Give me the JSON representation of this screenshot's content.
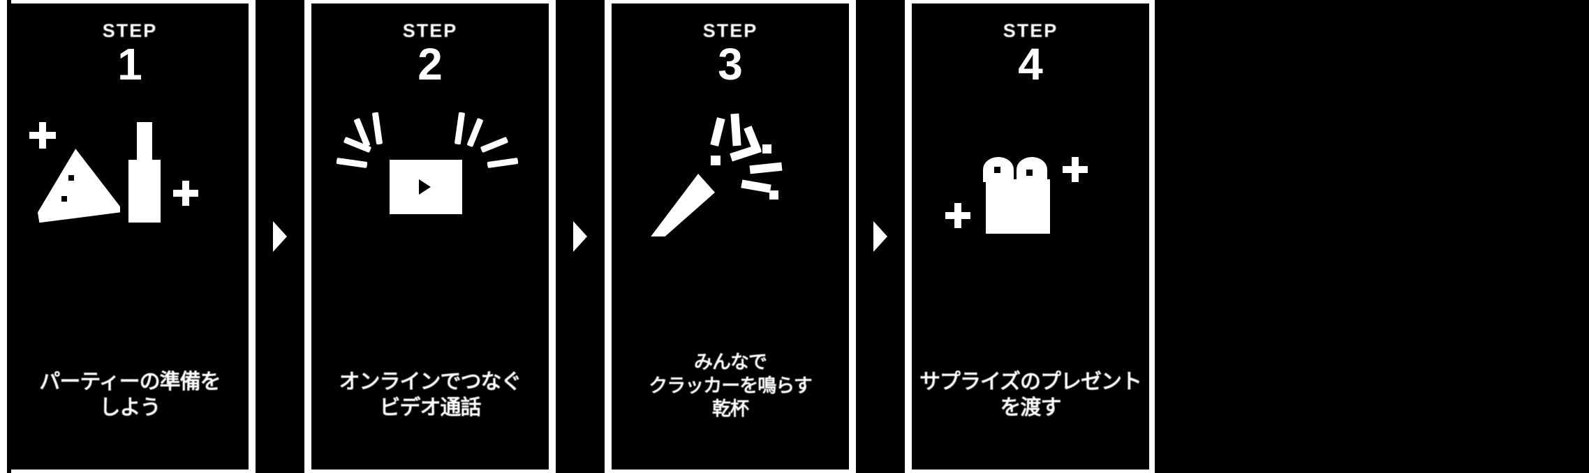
{
  "meta": {
    "background_color": "#000000",
    "foreground_color": "#ffffff",
    "panel_count": 4
  },
  "separator": {
    "icon": "triangle-right-arrow-icon",
    "label": "▶"
  },
  "steps": [
    {
      "step_word": "STEP",
      "number": "1",
      "icon": "pizza-slice-and-bottle-icon",
      "caption_lines": [
        "パーティーの準備を",
        "しよう"
      ]
    },
    {
      "step_word": "STEP",
      "number": "2",
      "icon": "video-play-burst-icon",
      "caption_lines": [
        "オンラインでつなぐ",
        "ビデオ通話"
      ]
    },
    {
      "step_word": "STEP",
      "number": "3",
      "icon": "party-popper-icon",
      "caption_lines": [
        "みんなで",
        "クラッカーを鳴らす",
        "乾杯"
      ]
    },
    {
      "step_word": "STEP",
      "number": "4",
      "icon": "gift-box-icon",
      "caption_lines": [
        "サプライズのプレゼント",
        "を渡す"
      ]
    }
  ]
}
